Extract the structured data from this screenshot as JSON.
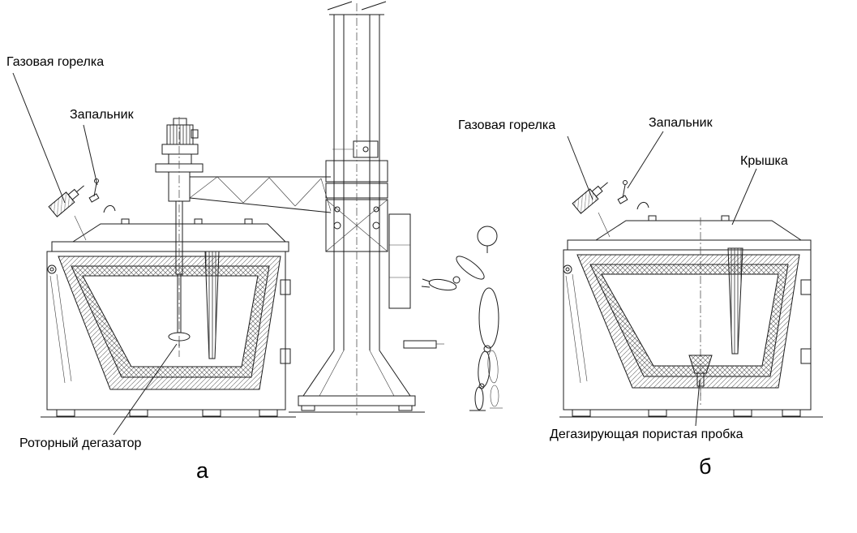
{
  "figure": {
    "labels": {
      "gas_burner_left": "Газовая горелка",
      "igniter_left": "Запальник",
      "rotary_degasser": "Роторный дегазатор",
      "gas_burner_right": "Газовая горелка",
      "igniter_right": "Запальник",
      "lid": "Крышка",
      "porous_plug": "Дегазирующая пористая пробка",
      "view_a": "а",
      "view_b": "б"
    }
  }
}
